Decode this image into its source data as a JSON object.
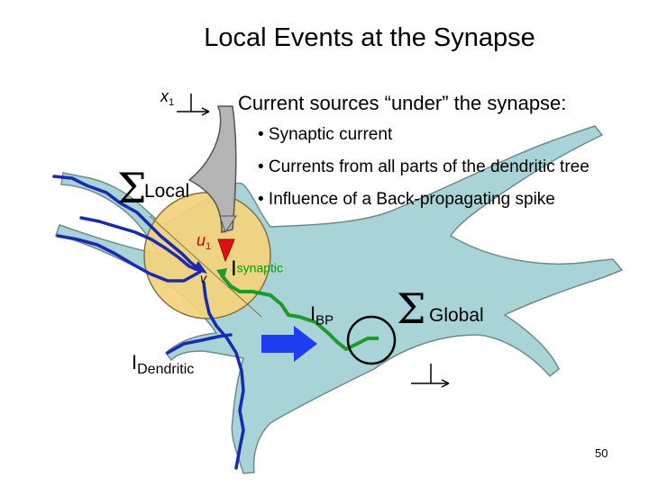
{
  "title": "Local Events at the Synapse",
  "current_sources": {
    "heading": "Current sources “under” the synapse:",
    "bullets": [
      "• Synaptic current",
      "• Currents from all parts of the dendritic tree",
      "• Influence of a Back-propagating spike"
    ]
  },
  "labels": {
    "x1": {
      "main": "x",
      "sub": "1"
    },
    "u1": {
      "main": "u",
      "sub": "1"
    },
    "v": "v",
    "sigma": "Σ",
    "sum_local": "Local",
    "sum_global": "Global",
    "i_synaptic": {
      "main": "I",
      "sub": "synaptic"
    },
    "i_bp": {
      "main": "I",
      "sub": "BP"
    },
    "i_dendritic": {
      "main": "I",
      "sub": "Dendritic"
    }
  },
  "page_number": "50",
  "colors": {
    "neuron_fill": "#a8d4d8",
    "neuron_stroke": "#708a8c",
    "local_region_fill": "#f4d27c",
    "dendrite_blue": "#1a2ab0",
    "bp_green": "#1e9a2c",
    "synapse_red": "#dd1111",
    "callout_fill": "#b4b4b4",
    "arrow_blue": "#1c3ef0"
  }
}
